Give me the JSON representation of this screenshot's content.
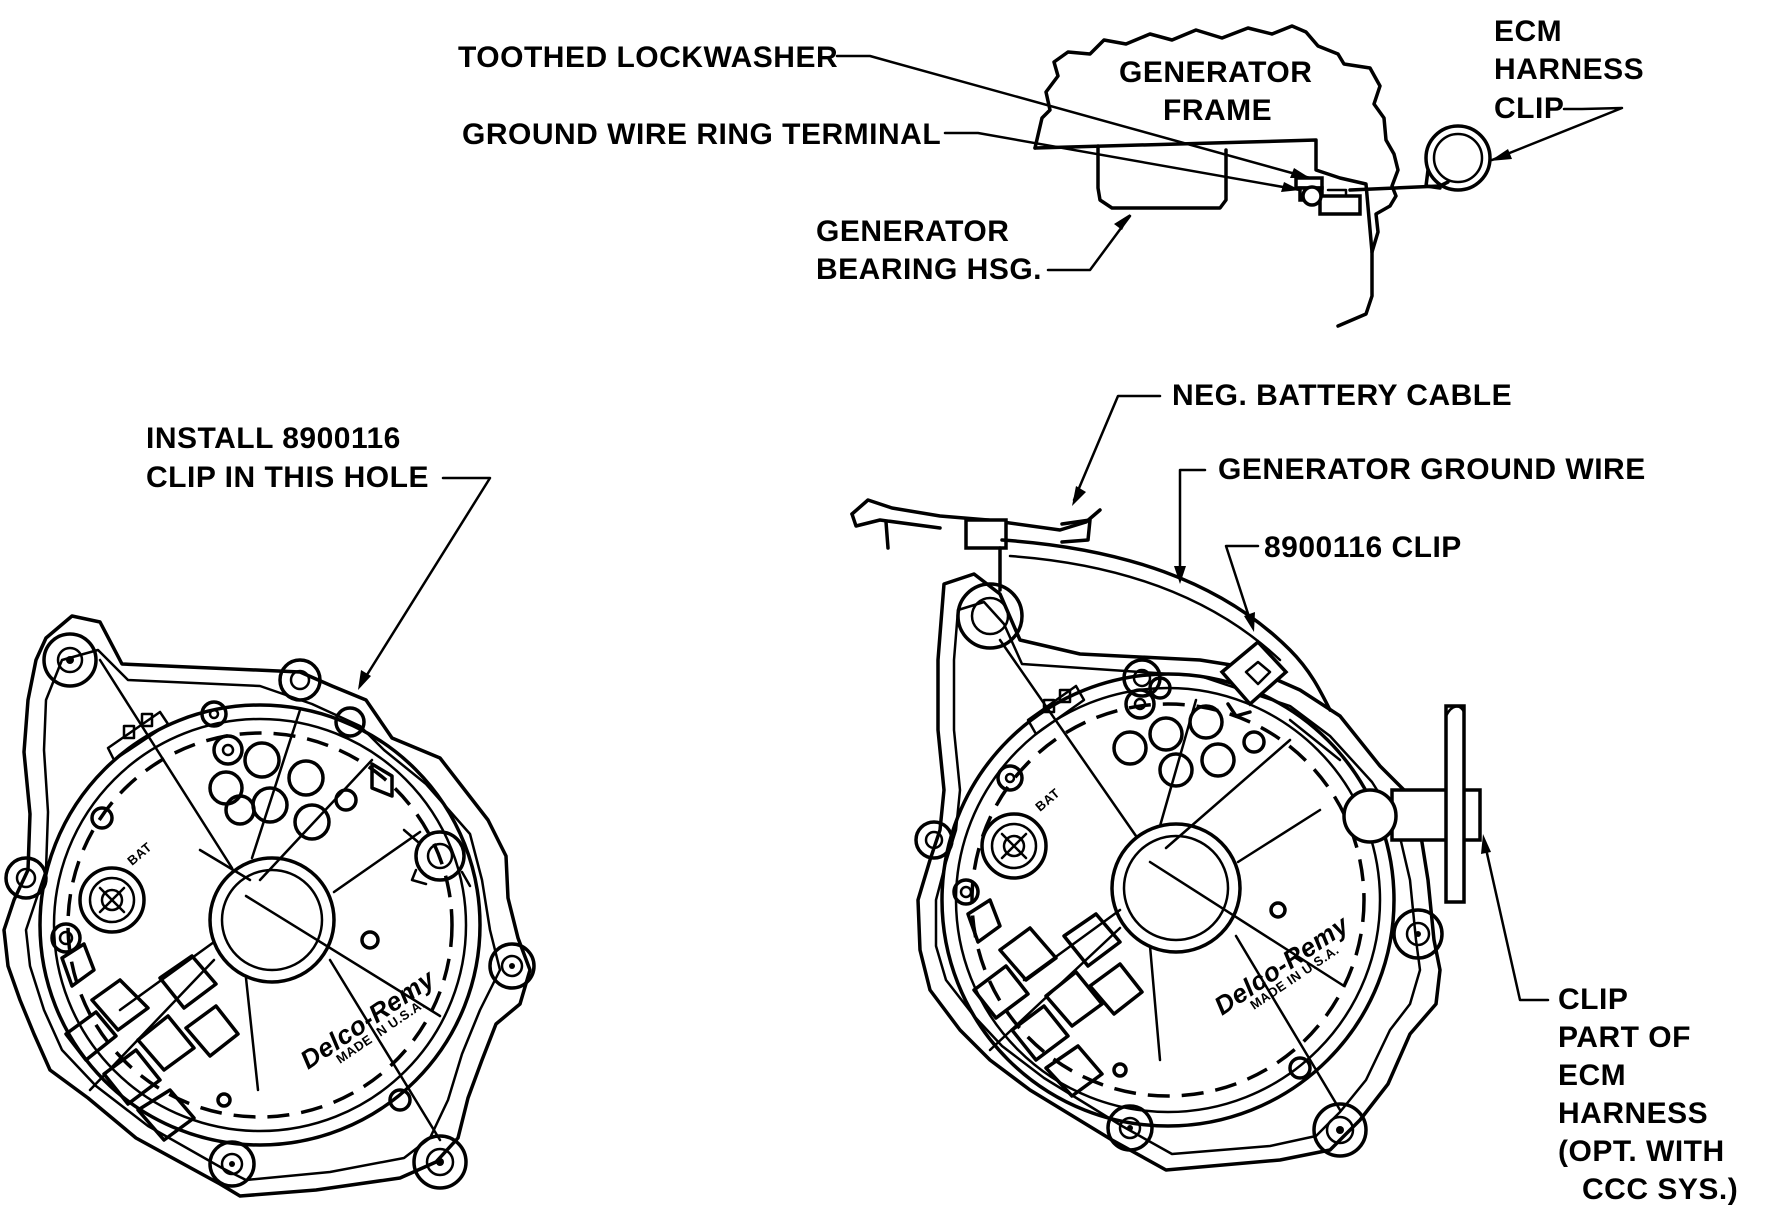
{
  "detail_inset": {
    "labels": {
      "toothed_lockwasher": "TOOTHED LOCKWASHER",
      "ground_wire_ring_terminal": "GROUND WIRE RING TERMINAL",
      "generator_frame_1": "GENERATOR",
      "generator_frame_2": "FRAME",
      "bearing_hsg_1": "GENERATOR",
      "bearing_hsg_2": "BEARING HSG.",
      "ecm_clip_1": "ECM",
      "ecm_clip_2": "HARNESS",
      "ecm_clip_3": "CLIP"
    }
  },
  "left_view": {
    "labels": {
      "install_1": "INSTALL 8900116",
      "install_2": "CLIP IN THIS HOLE",
      "bat": "BAT",
      "brand": "Delco-Remy",
      "made_in": "MADE IN U.S.A."
    }
  },
  "right_view": {
    "labels": {
      "neg_battery_cable": "NEG. BATTERY CABLE",
      "generator_ground_wire": "GENERATOR GROUND WIRE",
      "clip_8900116": "8900116  CLIP",
      "clip_1": "CLIP",
      "clip_2": "PART OF",
      "clip_3": "ECM",
      "clip_4": "HARNESS",
      "clip_5": "(OPT. WITH",
      "clip_6": "CCC SYS.)",
      "bat": "BAT",
      "brand": "Delco-Remy",
      "made_in": "MADE IN U.S.A."
    }
  }
}
